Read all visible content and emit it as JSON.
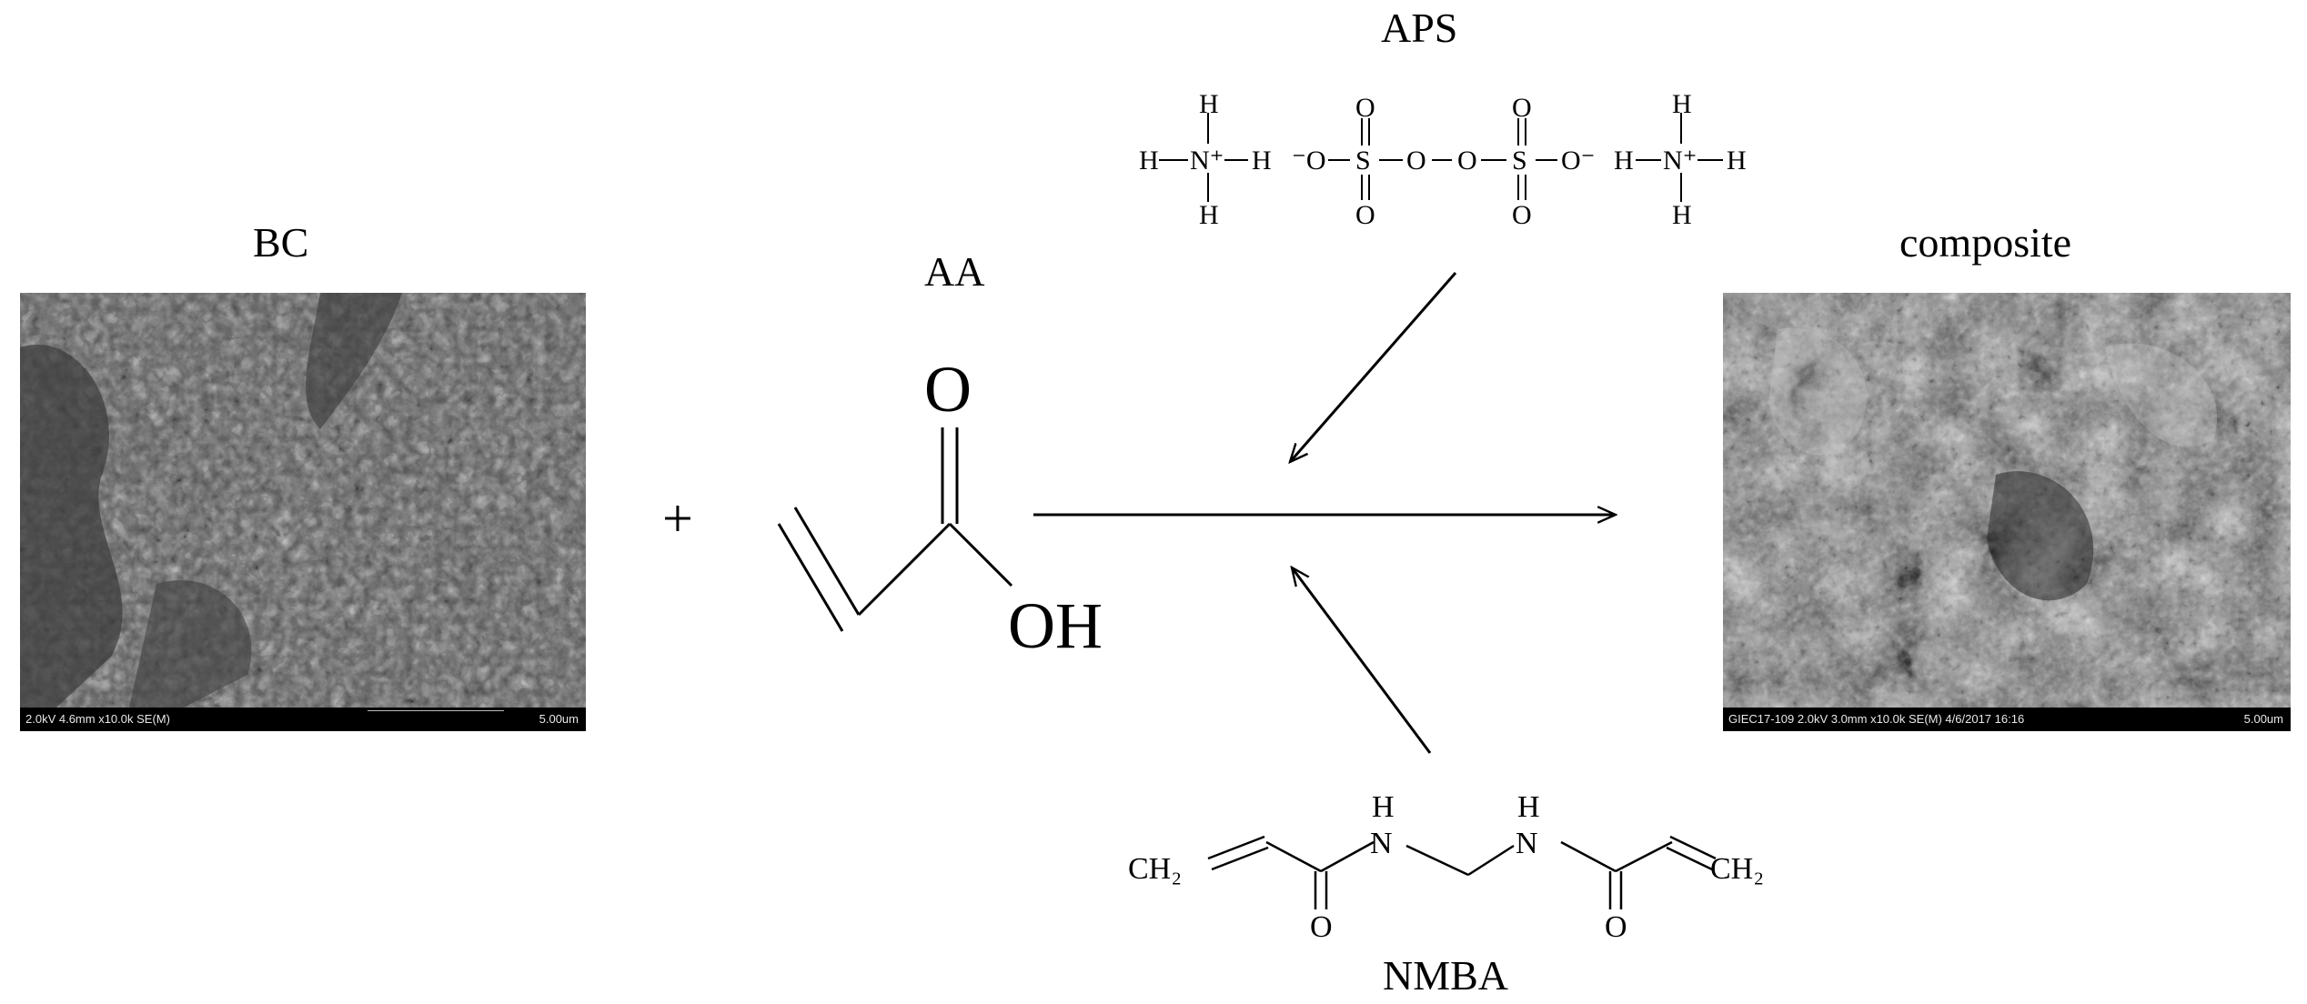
{
  "labels": {
    "bc": "BC",
    "aa": "AA",
    "aps": "APS",
    "composite": "composite",
    "nmba": "NMBA",
    "plus": "+"
  },
  "sem_left": {
    "info": "2.0kV 4.6mm x10.0k SE(M)",
    "scale": "5.00um"
  },
  "sem_right": {
    "info": "GIEC17-109 2.0kV 3.0mm x10.0k SE(M) 4/6/2017 16:16",
    "scale": "5.00um"
  },
  "aa_structure": {
    "carbonyl_o": "O",
    "hydroxyl": "OH"
  },
  "aps_structure": {
    "h": "H",
    "n_plus": "N⁺",
    "o": "O",
    "s": "S",
    "o_minus_left": "⁻O",
    "o_minus_right": "O⁻"
  },
  "nmba_structure": {
    "ch2_left": "CH₂",
    "ch2_right": "CH₂",
    "nh": "H",
    "n": "N",
    "o": "O"
  }
}
